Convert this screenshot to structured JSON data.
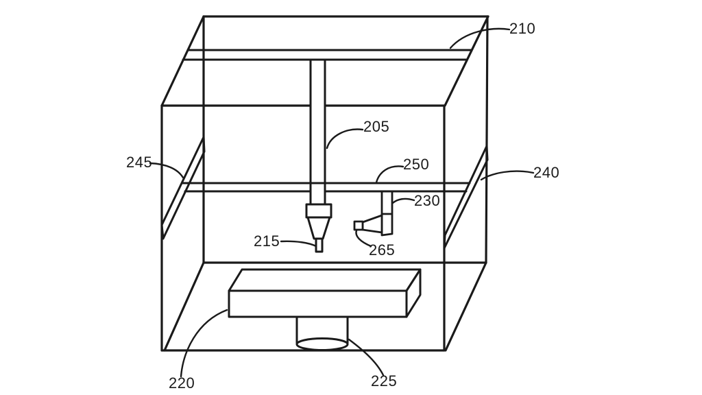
{
  "figure": {
    "kind": "patent-style line drawing",
    "background_color": "#ffffff",
    "line_color": "#1a1a1a"
  },
  "callouts": {
    "c210": {
      "text": "210"
    },
    "c205": {
      "text": "205"
    },
    "c245": {
      "text": "245"
    },
    "c250": {
      "text": "250"
    },
    "c240": {
      "text": "240"
    },
    "c230": {
      "text": "230"
    },
    "c215": {
      "text": "215"
    },
    "c265": {
      "text": "265"
    },
    "c220": {
      "text": "220"
    },
    "c225": {
      "text": "225"
    }
  }
}
